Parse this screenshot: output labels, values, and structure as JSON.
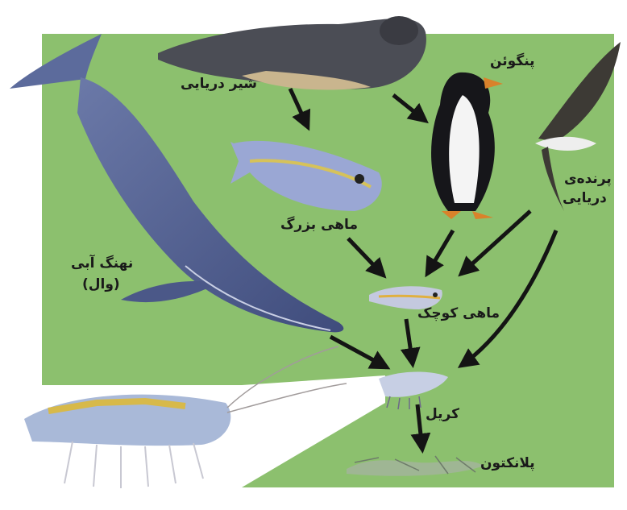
{
  "labels": {
    "seal": "شیر دریایی",
    "penguin": "پنگوئن",
    "seabird_line1": "پرنده‌ی",
    "seabird_line2": "دریایی",
    "big_fish": "ماهی بزرگ",
    "whale_line1": "نهنگ آبی",
    "whale_line2": "(وال)",
    "small_fish": "ماهی کوچک",
    "krill": "کریل",
    "plankton": "پلانکتون"
  },
  "colors": {
    "background": "#8cc06e",
    "arrow": "#141414",
    "whale": "#4f5e90",
    "seal": "#4b4d55",
    "fish": "#9aa7d4",
    "krill": "#a9b9d8"
  }
}
